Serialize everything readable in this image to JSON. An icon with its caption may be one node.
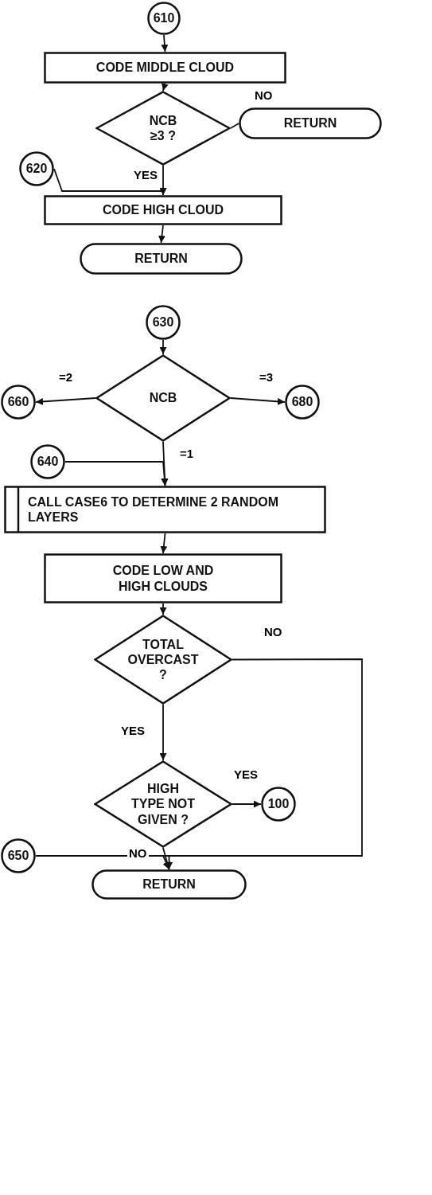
{
  "diagram": {
    "nodes": [
      {
        "text": [
          "610"
        ]
      },
      {
        "text": [
          "CODE MIDDLE CLOUD"
        ]
      },
      {
        "text": [
          "NCB ≥3 ?"
        ]
      },
      {
        "text": [
          "RETURN"
        ]
      },
      {
        "text": [
          "620"
        ]
      },
      {
        "text": [
          "CODE HIGH CLOUD"
        ]
      },
      {
        "text": [
          "RETURN"
        ]
      },
      {
        "text": [
          "630"
        ]
      },
      {
        "text": [
          "NCB"
        ]
      },
      {
        "text": [
          "660"
        ]
      },
      {
        "text": [
          "680"
        ]
      },
      {
        "text": [
          "640"
        ]
      },
      {
        "text": [
          "CALL CASE6 TO DETERMINE 2 RANDOM LAYERS"
        ]
      },
      {
        "text": [
          "CODE LOW AND HIGH CLOUDS"
        ]
      },
      {
        "text": [
          "TOTAL OVERCAST ?"
        ]
      },
      {
        "text": [
          "HIGH TYPE NOT GIVEN ?"
        ]
      },
      {
        "text": [
          "100"
        ]
      },
      {
        "text": [
          "650"
        ]
      },
      {
        "text": [
          "RETURN"
        ]
      }
    ],
    "edges": [
      {
        "from": 0,
        "to": 1,
        "arrow": "to"
      },
      {
        "from": 1,
        "to": 2,
        "arrow": "to"
      },
      {
        "from": 2,
        "to": 3,
        "arrow": "none",
        "label": "NO"
      },
      {
        "from": 2,
        "to": 5,
        "arrow": "to",
        "label": "YES"
      },
      {
        "from": 4,
        "to": 5,
        "arrow": "to"
      },
      {
        "from": 5,
        "to": 6,
        "arrow": "to"
      },
      {
        "from": 7,
        "to": 8,
        "arrow": "to"
      },
      {
        "from": 8,
        "to": 9,
        "arrow": "to",
        "label": "=2"
      },
      {
        "from": 8,
        "to": 10,
        "arrow": "to",
        "label": "=3"
      },
      {
        "from": 8,
        "to": 12,
        "arrow": "to",
        "label": "=1"
      },
      {
        "from": 11,
        "to": 12,
        "arrow": "to"
      },
      {
        "from": 12,
        "to": 13,
        "arrow": "to"
      },
      {
        "from": 13,
        "to": 14,
        "arrow": "to"
      },
      {
        "from": 14,
        "to": 15,
        "arrow": "to",
        "label": "YES"
      },
      {
        "from": 14,
        "to": 18,
        "arrow": "to",
        "label": "NO"
      },
      {
        "from": 15,
        "to": 16,
        "arrow": "to",
        "label": "YES"
      },
      {
        "from": 15,
        "to": 18,
        "arrow": "to",
        "label": "NO"
      },
      {
        "from": 17,
        "to": 18,
        "arrow": "to"
      }
    ]
  }
}
